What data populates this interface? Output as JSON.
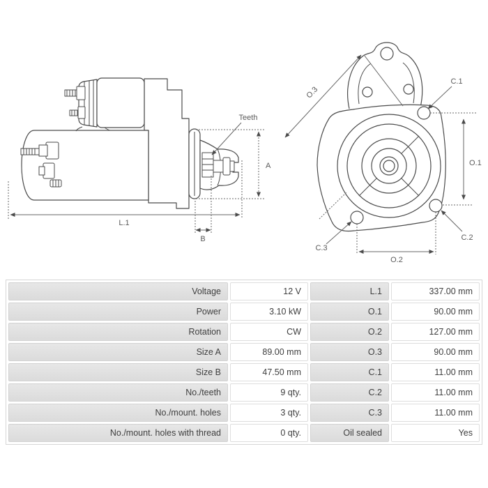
{
  "diagram": {
    "side": {
      "teeth": "Teeth",
      "a": "A",
      "l1": "L.1",
      "b": "B"
    },
    "front": {
      "o3": "O.3",
      "c1": "C.1",
      "o1": "O.1",
      "c2": "C.2",
      "c3": "C.3",
      "o2": "O.2"
    }
  },
  "colors": {
    "outline": "#4a4a4a",
    "dimension": "#666666",
    "label_text": "#5a5a5a",
    "cell_label_bg": "#dfdfdf",
    "cell_border": "#d6d6d6",
    "table_text": "#3e3e3e"
  },
  "table": {
    "rows": [
      {
        "label": "Voltage",
        "value": "12 V",
        "label2": "L.1",
        "value2": "337.00 mm"
      },
      {
        "label": "Power",
        "value": "3.10 kW",
        "label2": "O.1",
        "value2": "90.00 mm"
      },
      {
        "label": "Rotation",
        "value": "CW",
        "label2": "O.2",
        "value2": "127.00 mm"
      },
      {
        "label": "Size A",
        "value": "89.00 mm",
        "label2": "O.3",
        "value2": "90.00 mm"
      },
      {
        "label": "Size B",
        "value": "47.50 mm",
        "label2": "C.1",
        "value2": "11.00 mm"
      },
      {
        "label": "No./teeth",
        "value": "9 qty.",
        "label2": "C.2",
        "value2": "11.00 mm"
      },
      {
        "label": "No./mount. holes",
        "value": "3 qty.",
        "label2": "C.3",
        "value2": "11.00 mm"
      },
      {
        "label": "No./mount. holes with thread",
        "value": "0 qty.",
        "label2": "Oil sealed",
        "value2": "Yes"
      }
    ]
  }
}
